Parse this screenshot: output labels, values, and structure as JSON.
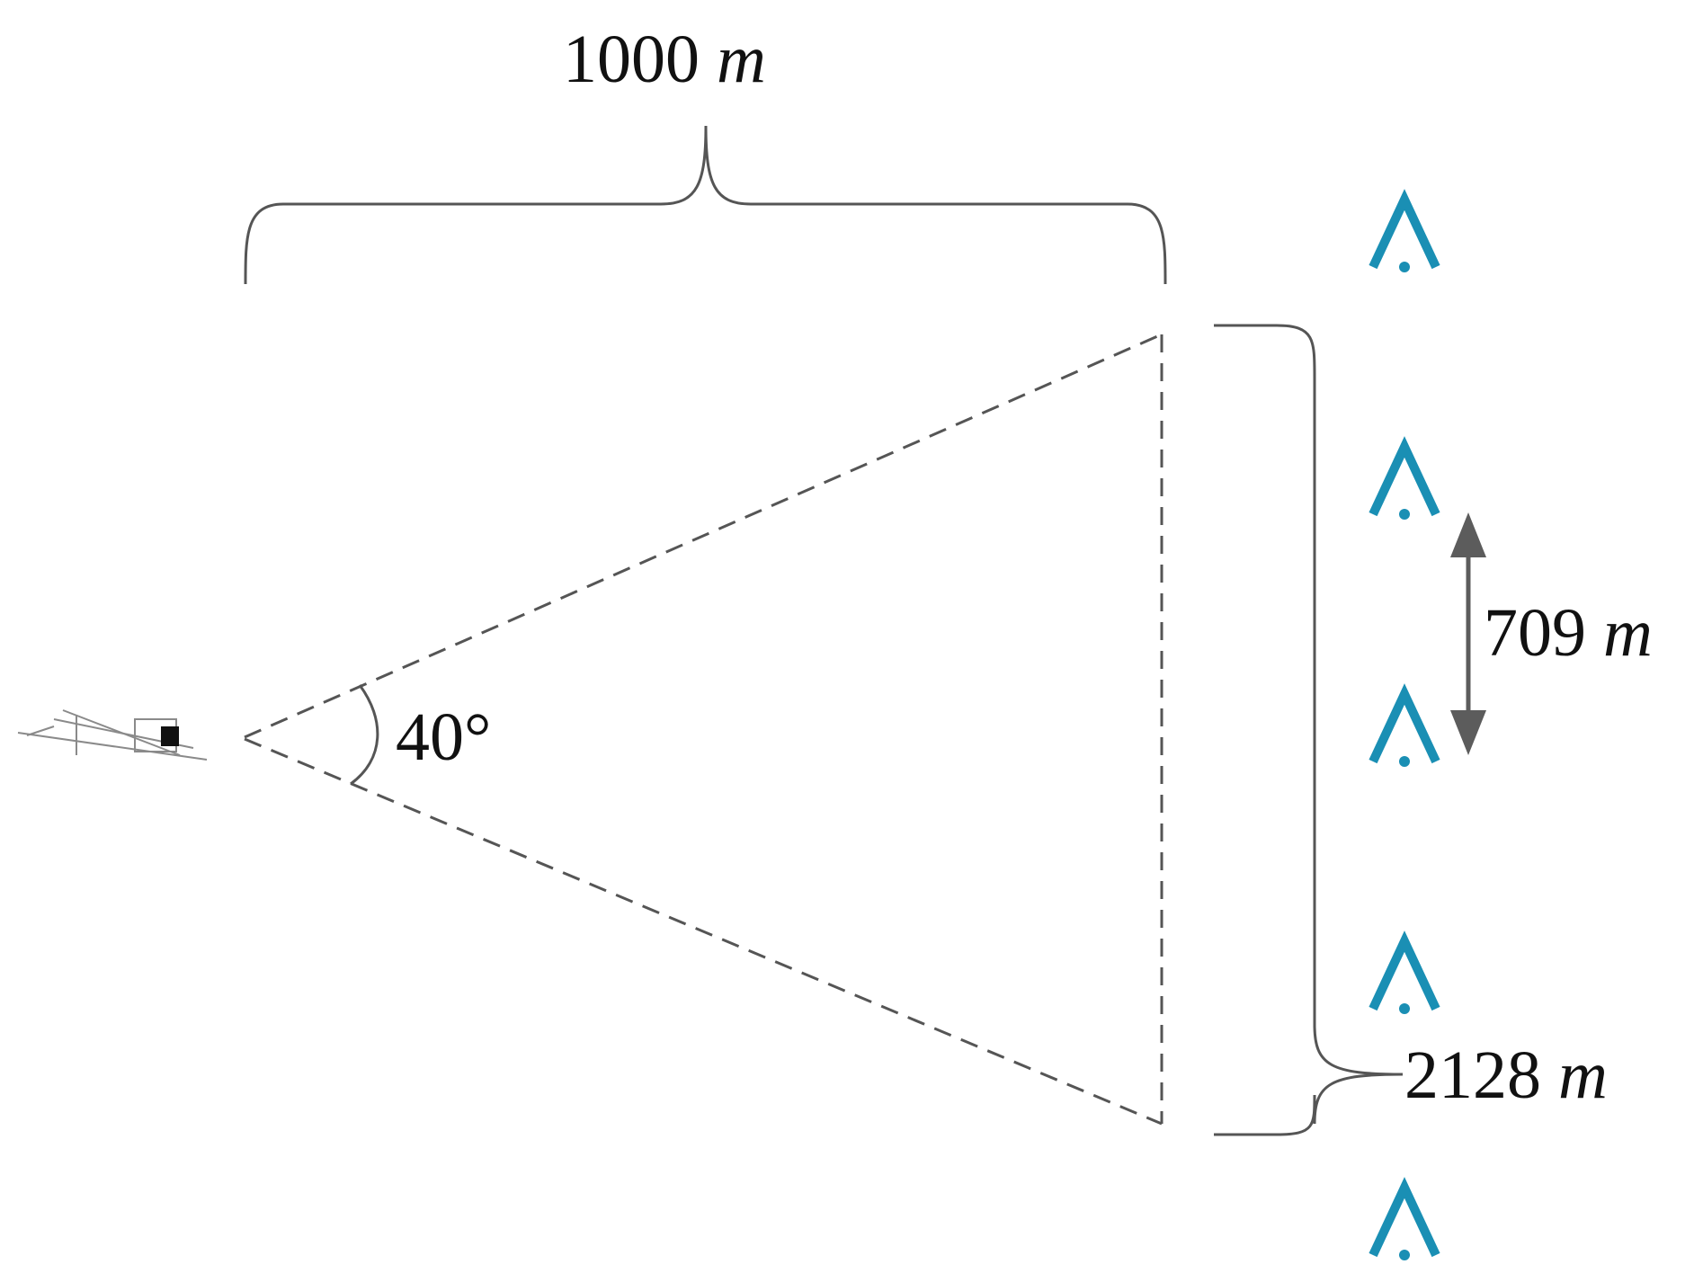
{
  "labels": {
    "width_value": "1000",
    "width_unit": "m",
    "angle": "40°",
    "span_value": "2128",
    "span_unit": "m",
    "spacing_value": "709",
    "spacing_unit": "m"
  },
  "colors": {
    "line": "#555555",
    "text": "#111111",
    "marker": "#1a8fb4",
    "arrow": "#5c5c5c"
  },
  "icons": {
    "aircraft": "airplane-icon",
    "marker": "caret-up-dot-icon"
  }
}
